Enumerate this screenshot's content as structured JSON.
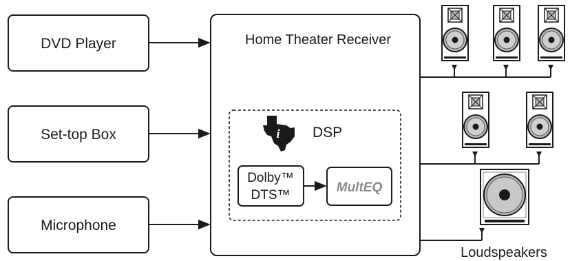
{
  "inputs": {
    "dvd": "DVD Player",
    "settop": "Set-top Box",
    "mic": "Microphone"
  },
  "receiver": {
    "title": "Home Theater Receiver",
    "dsp_label": "DSP",
    "dolby_line1": "Dolby™",
    "dolby_line2": "DTS™",
    "multeq_label": "MultEQ"
  },
  "outputs": {
    "loudspeakers_label": "Loudspeakers"
  },
  "colors": {
    "stroke": "#1a1a1a",
    "speaker_gray": "#b8b8b8",
    "speaker_dark": "#1a1a1a"
  },
  "icons": {
    "ti_logo": "texas-instruments-logo",
    "speaker": "speaker-icon",
    "subwoofer": "subwoofer-icon"
  }
}
